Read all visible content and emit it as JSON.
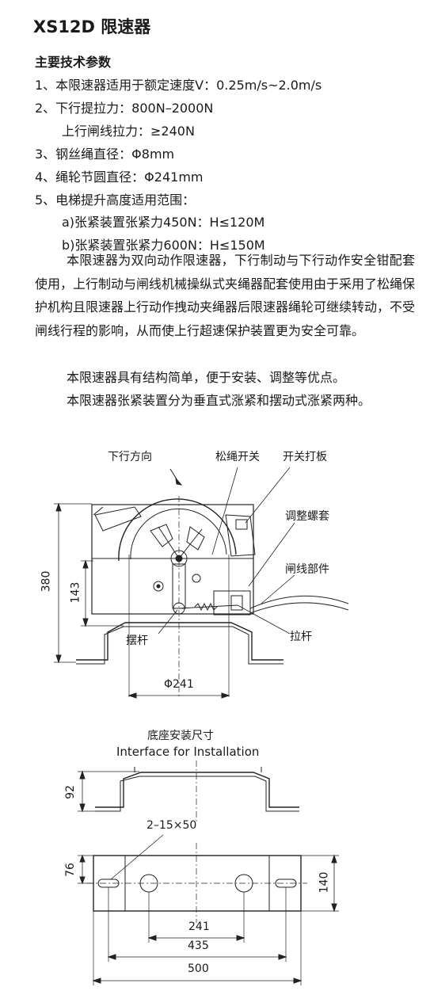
{
  "title": "XS12D  限速器",
  "spec_heading": "主要技术参数",
  "specs": [
    "1、本限速器适用于额定速度V：0.25m/s~2.0m/s",
    "2、下行提拉力：800N–2000N",
    "上行闸线拉力：≥240N",
    "3、钢丝绳直径：Φ8mm",
    "4、绳轮节圆直径：Φ241mm",
    "5、电梯提升高度适用范围：",
    "a)张紧装置张紧力450N：H≤120M",
    "b)张紧装置张紧力600N：H≤150M"
  ],
  "paragraphs": [
    "本限速器为双向动作限速器，下行制动与下行动作安全钳配套使用，上行制动与闸线机械操纵式夹绳器配套使用由于采用了松绳保护机构且限速器上行动作拽动夹绳器后限速器绳轮可继续转动，不受闸线行程的影响，从而使上行超速保护装置更为安全可靠。",
    "本限速器具有结构简单，便于安装、调整等优点。",
    "本限速器张紧装置分为垂直式涨紧和摆动式涨紧两种。"
  ],
  "diagram1": {
    "labels": {
      "down_direction": "下行方向",
      "slack_switch": "松绳开关",
      "switch_plate": "开关打板",
      "adjust_sleeve": "调整螺套",
      "brake_cable": "闸线部件",
      "pull_rod": "拉杆",
      "swing_rod": "摆杆"
    },
    "dims": {
      "height_total": "380",
      "height_base": "143",
      "sheave_dia": "Φ241"
    }
  },
  "diagram2": {
    "title_cn": "底座安装尺寸",
    "title_en": "Interface for Installation",
    "dims": {
      "height": "92",
      "slot": "2–15×50",
      "d76": "76",
      "d140": "140",
      "d241": "241",
      "d435": "435",
      "d500": "500"
    }
  }
}
